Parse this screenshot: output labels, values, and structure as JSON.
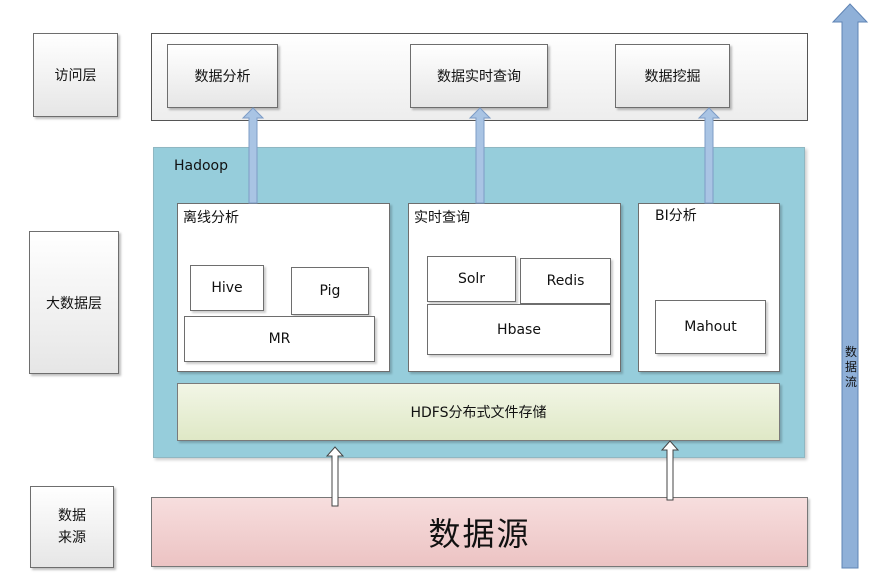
{
  "layers": {
    "access": "访问层",
    "bigdata": "大数据层",
    "source_layer": "数据来源"
  },
  "access_items": [
    "数据分析",
    "数据实时查询",
    "数据挖掘"
  ],
  "hadoop": {
    "title": "Hadoop",
    "offline": {
      "title": "离线分析",
      "hive": "Hive",
      "pig": "Pig",
      "mr": "MR"
    },
    "realtime": {
      "title": "实时查询",
      "solr": "Solr",
      "redis": "Redis",
      "hbase": "Hbase"
    },
    "bi": {
      "title": "BI分析",
      "mahout": "Mahout"
    },
    "hdfs": "HDFS分布式文件存储"
  },
  "datasource": "数据源",
  "dataflow": "数据流",
  "colors": {
    "hadoop_bg": "#96cddb",
    "hdfs_bg": "#e9f0d6",
    "source_bg": "#f2d2d2",
    "arrow_blue": "#8fb0d8"
  }
}
